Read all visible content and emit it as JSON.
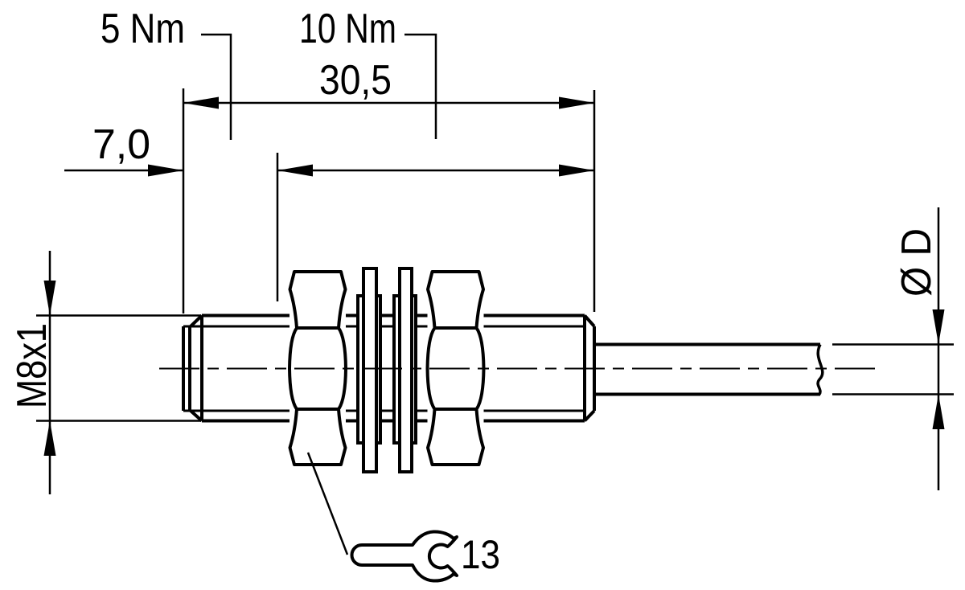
{
  "figure": {
    "labels": {
      "torque_front": "5 Nm",
      "torque_rear": "10 Nm",
      "overall_length": "30,5",
      "front_thread_length": "7,0",
      "thread": "M8x1",
      "cable_diameter": "Ø D",
      "wrench_size": "13"
    },
    "colors": {
      "line": "#000000",
      "background": "#ffffff"
    }
  }
}
